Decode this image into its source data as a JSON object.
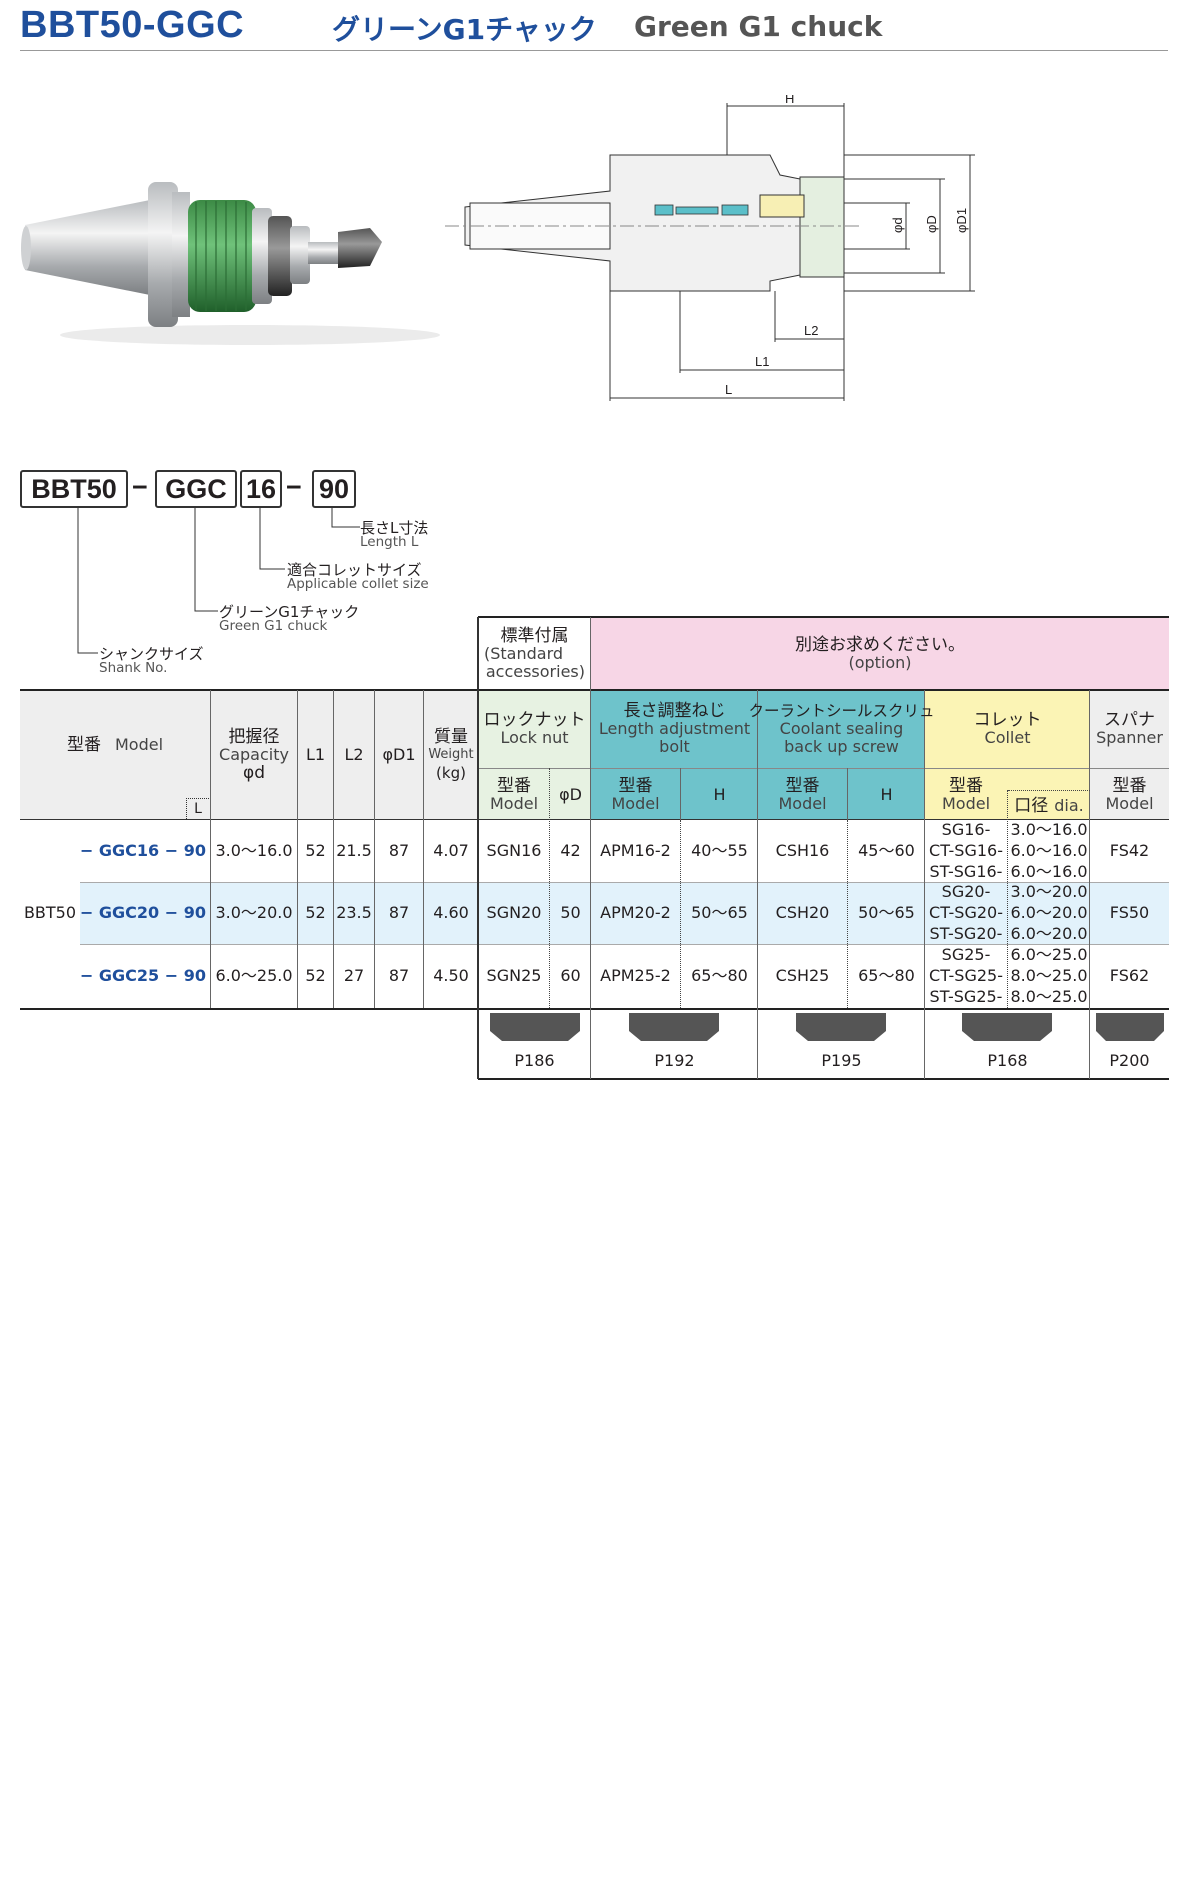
{
  "header": {
    "model_title": "BBT50-GGC",
    "title_jp": "グリーンG1チャック",
    "title_en": "Green G1 chuck"
  },
  "drawing": {
    "dim_H": "H",
    "dim_L": "L",
    "dim_L1": "L1",
    "dim_L2": "L2",
    "dim_d": "φd",
    "dim_D": "φD",
    "dim_D1": "φD1"
  },
  "model_code": {
    "parts": [
      "BBT50",
      "GGC",
      "16",
      "90"
    ],
    "separator": "−",
    "labels": [
      {
        "jp": "長さL寸法",
        "en": "Length L"
      },
      {
        "jp": "適合コレットサイズ",
        "en": "Applicable collet size"
      },
      {
        "jp": "グリーンG1チャック",
        "en": "Green G1 chuck"
      },
      {
        "jp": "シャンクサイズ",
        "en": "Shank No."
      }
    ]
  },
  "table": {
    "group_std": {
      "jp": "標準付属",
      "en1": "(Standard",
      "en2": "accessories)"
    },
    "group_opt": {
      "jp": "別途お求めください。",
      "en": "(option)"
    },
    "col_model": {
      "jp": "型番",
      "en": "Model",
      "sub": "L"
    },
    "col_capacity": {
      "jp": "把握径",
      "en": "Capacity",
      "sym": "φd"
    },
    "col_L1": "L1",
    "col_L2": "L2",
    "col_D1": "φD1",
    "col_weight": {
      "jp": "質量",
      "en": "Weight",
      "unit": "(kg)"
    },
    "col_locknut": {
      "jp": "ロックナット",
      "en": "Lock nut"
    },
    "col_apm": {
      "jp": "長さ調整ねじ",
      "en1": "Length adjustment",
      "en2": "bolt"
    },
    "col_csh": {
      "jp": "クーラントシールスクリュ",
      "en1": "Coolant sealing",
      "en2": "back up  screw"
    },
    "col_collet": {
      "jp": "コレット",
      "en": "Collet"
    },
    "col_spanner": {
      "jp": "スパナ",
      "en": "Spanner"
    },
    "sub_model_jp": "型番",
    "sub_model_en": "Model",
    "sub_phiD": "φD",
    "sub_H": "H",
    "sub_dia_jp": "口径",
    "sub_dia_en": "dia.",
    "shank": "BBT50",
    "rows": [
      {
        "model": "−  GGC16  −  90",
        "capacity": "3.0〜16.0",
        "L1": "52",
        "L2": "21.5",
        "D1": "87",
        "weight": "4.07",
        "locknut": "SGN16",
        "locknut_D": "42",
        "apm": "APM16-2",
        "apm_H": "40〜55",
        "csh": "CSH16",
        "csh_H": "45〜60",
        "collets": [
          [
            "SG16-",
            "3.0〜16.0"
          ],
          [
            "CT-SG16-",
            "6.0〜16.0"
          ],
          [
            "ST-SG16-",
            "6.0〜16.0"
          ]
        ],
        "spanner": "FS42"
      },
      {
        "model": "−  GGC20  −  90",
        "capacity": "3.0〜20.0",
        "L1": "52",
        "L2": "23.5",
        "D1": "87",
        "weight": "4.60",
        "locknut": "SGN20",
        "locknut_D": "50",
        "apm": "APM20-2",
        "apm_H": "50〜65",
        "csh": "CSH20",
        "csh_H": "50〜65",
        "collets": [
          [
            "SG20-",
            "3.0〜20.0"
          ],
          [
            "CT-SG20-",
            "6.0〜20.0"
          ],
          [
            "ST-SG20-",
            "6.0〜20.0"
          ]
        ],
        "spanner": "FS50"
      },
      {
        "model": "−  GGC25  −  90",
        "capacity": "6.0〜25.0",
        "L1": "52",
        "L2": "27",
        "D1": "87",
        "weight": "4.50",
        "locknut": "SGN25",
        "locknut_D": "60",
        "apm": "APM25-2",
        "apm_H": "65〜80",
        "csh": "CSH25",
        "csh_H": "65〜80",
        "collets": [
          [
            "SG25-",
            "6.0〜25.0"
          ],
          [
            "CT-SG25-",
            "8.0〜25.0"
          ],
          [
            "ST-SG25-",
            "8.0〜25.0"
          ]
        ],
        "spanner": "FS62"
      }
    ],
    "page_refs": [
      "P186",
      "P192",
      "P195",
      "P168",
      "P200"
    ]
  },
  "colors": {
    "brand_blue": "#1f4f9c",
    "pink": "#f7d6e6",
    "teal": "#6ec3cb",
    "yellow": "#fbf4b5",
    "light_green": "#e7f2e2",
    "gray_header": "#eeeeee",
    "row_highlight": "#e2f2fb"
  }
}
